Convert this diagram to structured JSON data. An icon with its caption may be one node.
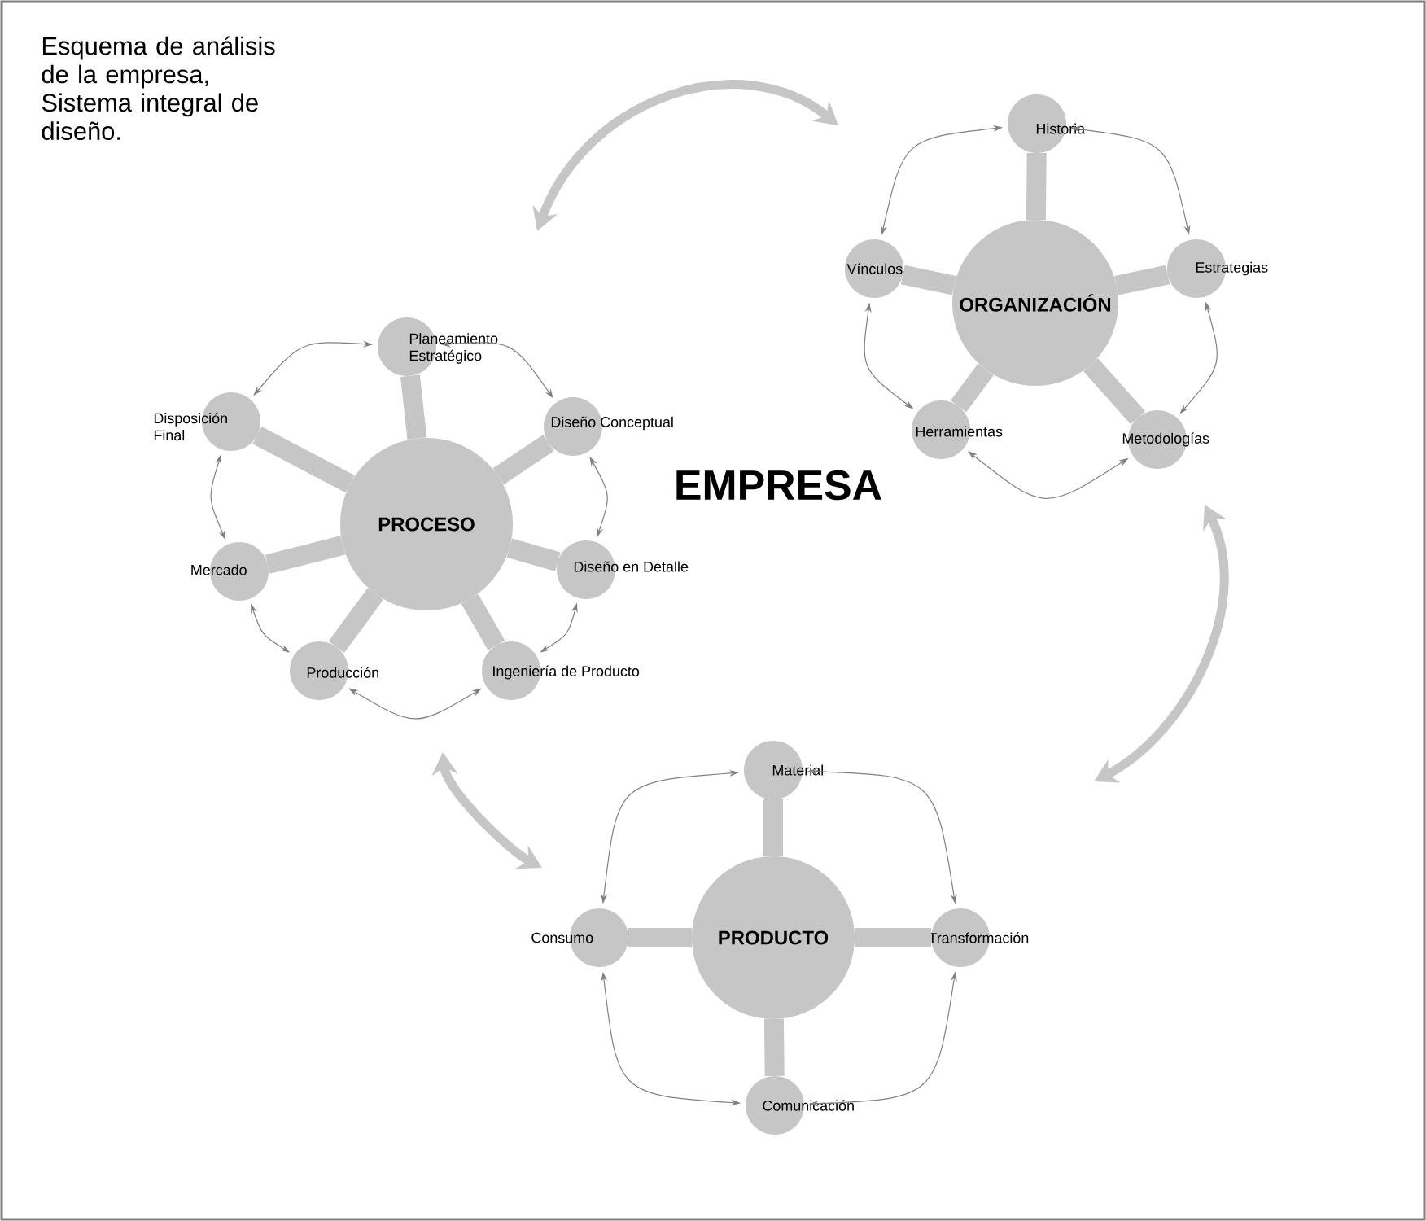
{
  "diagram": {
    "title": "Esquema de análisis de la empresa, Sistema integral de diseño.",
    "nodes": [
      {
        "text": [
          "PROCESO"
        ]
      },
      {
        "text": [
          "Planeamiento Estratégico"
        ]
      },
      {
        "text": [
          "Diseño Conceptual"
        ]
      },
      {
        "text": [
          "Diseño en Detalle"
        ]
      },
      {
        "text": [
          "Ingeniería de Producto"
        ]
      },
      {
        "text": [
          "Producción"
        ]
      },
      {
        "text": [
          "Mercado"
        ]
      },
      {
        "text": [
          "Disposición Final"
        ]
      },
      {
        "text": [
          "ORGANIZACIÓN"
        ]
      },
      {
        "text": [
          "Historia"
        ]
      },
      {
        "text": [
          "Estrategias"
        ]
      },
      {
        "text": [
          "Metodologías"
        ]
      },
      {
        "text": [
          "Herramientas"
        ]
      },
      {
        "text": [
          "Vínculos"
        ]
      },
      {
        "text": [
          "PRODUCTO"
        ]
      },
      {
        "text": [
          "Material"
        ]
      },
      {
        "text": [
          "Transformación"
        ]
      },
      {
        "text": [
          "Comunicación"
        ]
      },
      {
        "text": [
          "Consumo"
        ]
      }
    ],
    "edges": [
      {
        "from": 0,
        "to": 1,
        "arrow": "none",
        "style": "thick"
      },
      {
        "from": 0,
        "to": 2,
        "arrow": "none",
        "style": "thick"
      },
      {
        "from": 0,
        "to": 3,
        "arrow": "none",
        "style": "thick"
      },
      {
        "from": 0,
        "to": 4,
        "arrow": "none",
        "style": "thick"
      },
      {
        "from": 0,
        "to": 5,
        "arrow": "none",
        "style": "thick"
      },
      {
        "from": 0,
        "to": 6,
        "arrow": "none",
        "style": "thick"
      },
      {
        "from": 0,
        "to": 7,
        "arrow": "none",
        "style": "thick"
      },
      {
        "from": 1,
        "to": 2,
        "arrow": "both"
      },
      {
        "from": 2,
        "to": 3,
        "arrow": "both"
      },
      {
        "from": 3,
        "to": 4,
        "arrow": "both"
      },
      {
        "from": 4,
        "to": 5,
        "arrow": "both"
      },
      {
        "from": 5,
        "to": 6,
        "arrow": "both"
      },
      {
        "from": 6,
        "to": 7,
        "arrow": "both"
      },
      {
        "from": 7,
        "to": 1,
        "arrow": "both"
      },
      {
        "from": 8,
        "to": 9,
        "arrow": "none",
        "style": "thick"
      },
      {
        "from": 8,
        "to": 10,
        "arrow": "none",
        "style": "thick"
      },
      {
        "from": 8,
        "to": 11,
        "arrow": "none",
        "style": "thick"
      },
      {
        "from": 8,
        "to": 12,
        "arrow": "none",
        "style": "thick"
      },
      {
        "from": 8,
        "to": 13,
        "arrow": "none",
        "style": "thick"
      },
      {
        "from": 9,
        "to": 10,
        "arrow": "both"
      },
      {
        "from": 10,
        "to": 11,
        "arrow": "both"
      },
      {
        "from": 11,
        "to": 12,
        "arrow": "both"
      },
      {
        "from": 12,
        "to": 13,
        "arrow": "both"
      },
      {
        "from": 13,
        "to": 9,
        "arrow": "both"
      },
      {
        "from": 14,
        "to": 15,
        "arrow": "none",
        "style": "thick"
      },
      {
        "from": 14,
        "to": 16,
        "arrow": "none",
        "style": "thick"
      },
      {
        "from": 14,
        "to": 17,
        "arrow": "none",
        "style": "thick"
      },
      {
        "from": 14,
        "to": 18,
        "arrow": "none",
        "style": "thick"
      },
      {
        "from": 15,
        "to": 16,
        "arrow": "both"
      },
      {
        "from": 16,
        "to": 17,
        "arrow": "both"
      },
      {
        "from": 17,
        "to": 18,
        "arrow": "both"
      },
      {
        "from": 18,
        "to": 15,
        "arrow": "both"
      }
    ],
    "labels": [
      "EMPRESA"
    ]
  }
}
